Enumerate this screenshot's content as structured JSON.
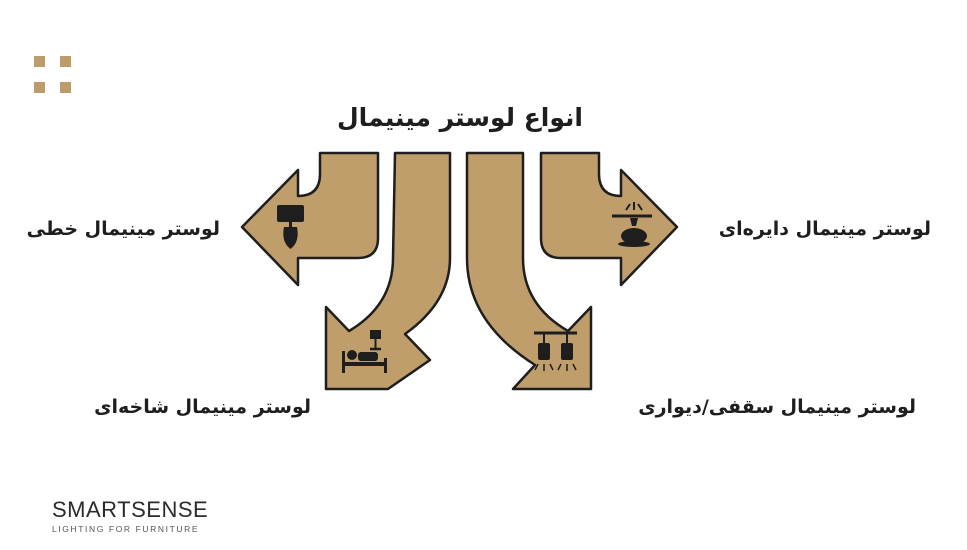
{
  "title": "انواع لوستر مینیمال",
  "labels": {
    "linear": "لوستر مینیمال خطی",
    "circular": "لوستر مینیمال دایره‌ای",
    "branch": "لوستر مینیمال شاخه‌ای",
    "ceiling_wall": "لوستر مینیمال سقفی/دیواری"
  },
  "brand": {
    "name": "SMARTSENSE",
    "tagline": "LIGHTING FOR FURNITURE"
  },
  "colors": {
    "arrow_fill": "#c09e6c",
    "arrow_stroke": "#1e1e1e",
    "logo_accent": "#bd9c6b"
  },
  "icons": [
    "pendant-lamp-icon",
    "disc-pendant-icon",
    "bedroom-lamp-icon",
    "twin-ceiling-lamp-icon"
  ]
}
